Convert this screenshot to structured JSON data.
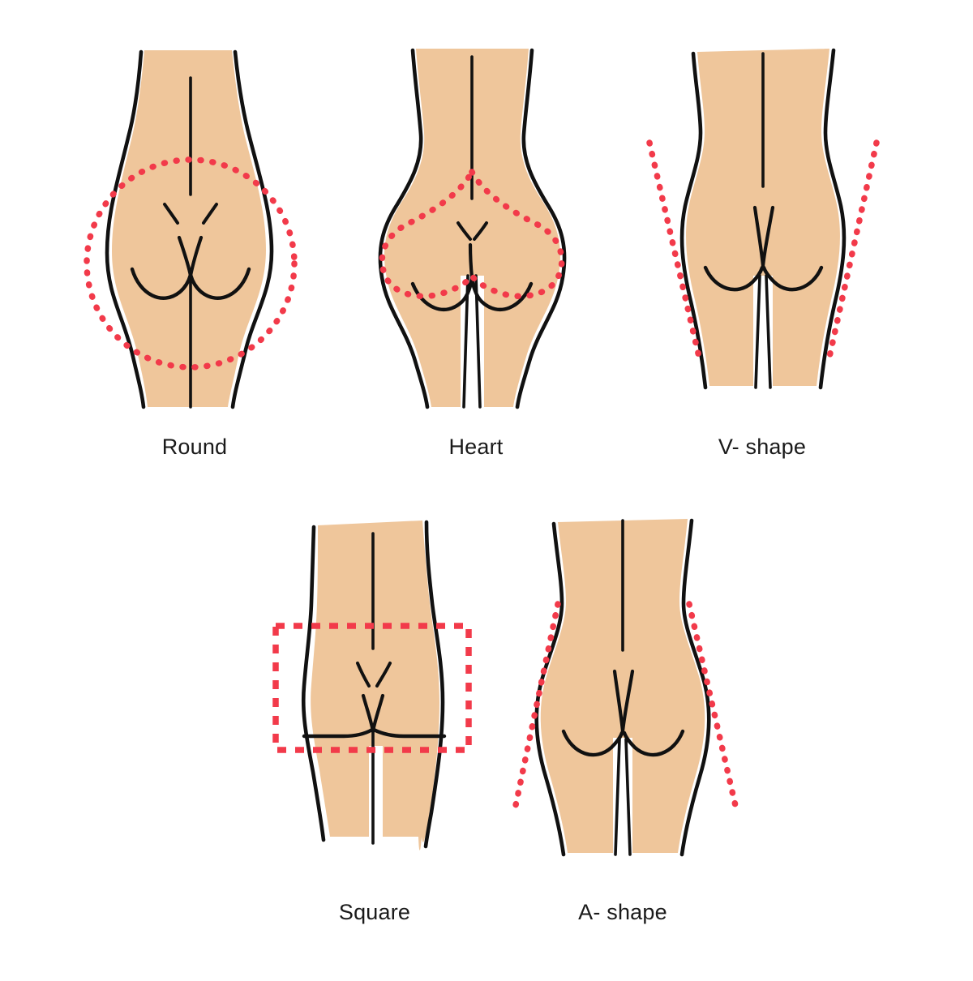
{
  "diagram": {
    "title_visible": false,
    "background_color": "#ffffff",
    "figure_count": 5,
    "rows": [
      {
        "figures": [
          "round",
          "heart",
          "vshape"
        ]
      },
      {
        "figures": [
          "square",
          "ashape"
        ]
      }
    ]
  },
  "colors": {
    "skin_fill": "#EFC69B",
    "outline": "#111111",
    "overlay_red": "#F23A4A",
    "label_text": "#1a1a1a",
    "background": "#ffffff",
    "inner_gap": "#ffffff"
  },
  "figures": [
    {
      "id": "round",
      "label": "Round",
      "overlay_type": "circle",
      "overlay_name": "round-circle-overlay",
      "description_visible": false
    },
    {
      "id": "heart",
      "label": "Heart",
      "overlay_type": "heart",
      "overlay_name": "heart-outline-overlay",
      "description_visible": false
    },
    {
      "id": "vshape",
      "label": "V- shape",
      "overlay_type": "converging-lines",
      "overlay_name": "v-shape-lines-overlay",
      "description_visible": false
    },
    {
      "id": "square",
      "label": "Square",
      "overlay_type": "rectangle",
      "overlay_name": "square-rectangle-overlay",
      "description_visible": false
    },
    {
      "id": "ashape",
      "label": "A- shape",
      "overlay_type": "diverging-lines",
      "overlay_name": "a-shape-lines-overlay",
      "description_visible": false
    }
  ]
}
